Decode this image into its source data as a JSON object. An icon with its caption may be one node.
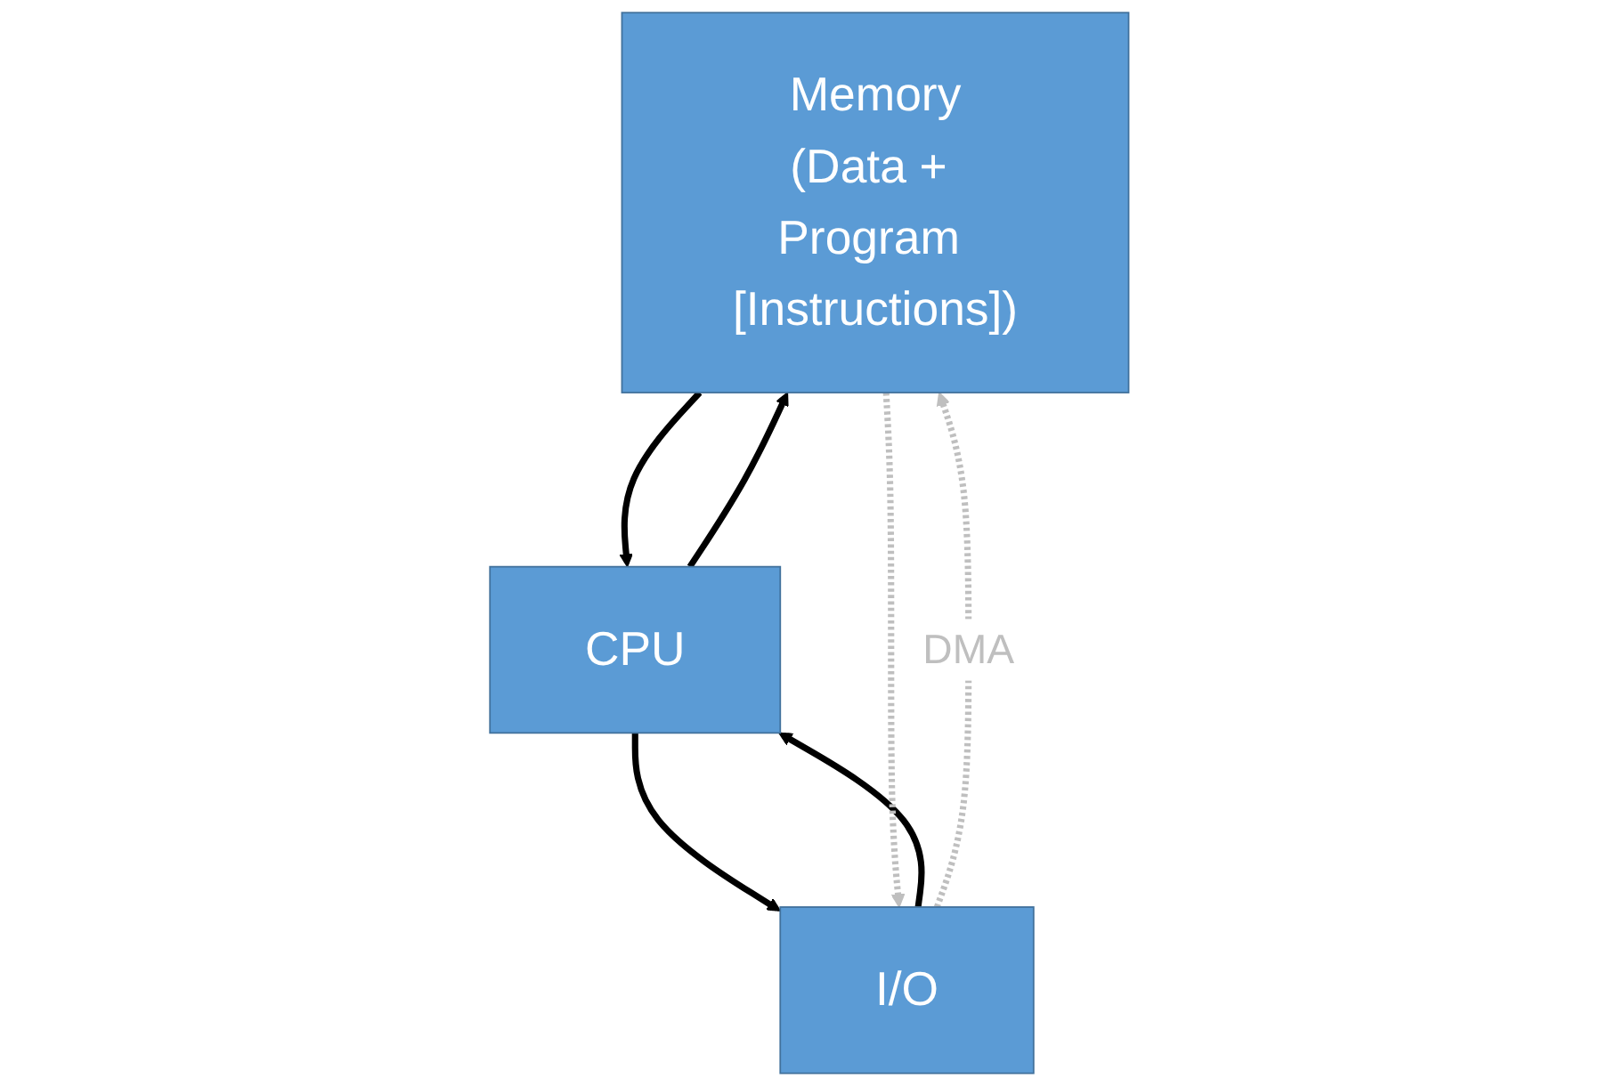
{
  "diagram": {
    "nodes": [
      {
        "text": [
          "Memory",
          "(Data + Program [Instructions])"
        ]
      },
      {
        "text": [
          "CPU"
        ]
      },
      {
        "text": [
          "I/O"
        ]
      }
    ],
    "edges": [
      {
        "from": 1,
        "to": 0,
        "arrow": "to"
      },
      {
        "from": 0,
        "to": 1,
        "arrow": "to"
      },
      {
        "from": 1,
        "to": 2,
        "arrow": "to"
      },
      {
        "from": 2,
        "to": 1,
        "arrow": "to"
      },
      {
        "from": 2,
        "to": 0,
        "arrow": "to",
        "label": "DMA",
        "style": "dashed",
        "color": "#bfbfbf"
      },
      {
        "from": 0,
        "to": 2,
        "arrow": "to",
        "style": "dashed",
        "color": "#bfbfbf"
      }
    ]
  }
}
